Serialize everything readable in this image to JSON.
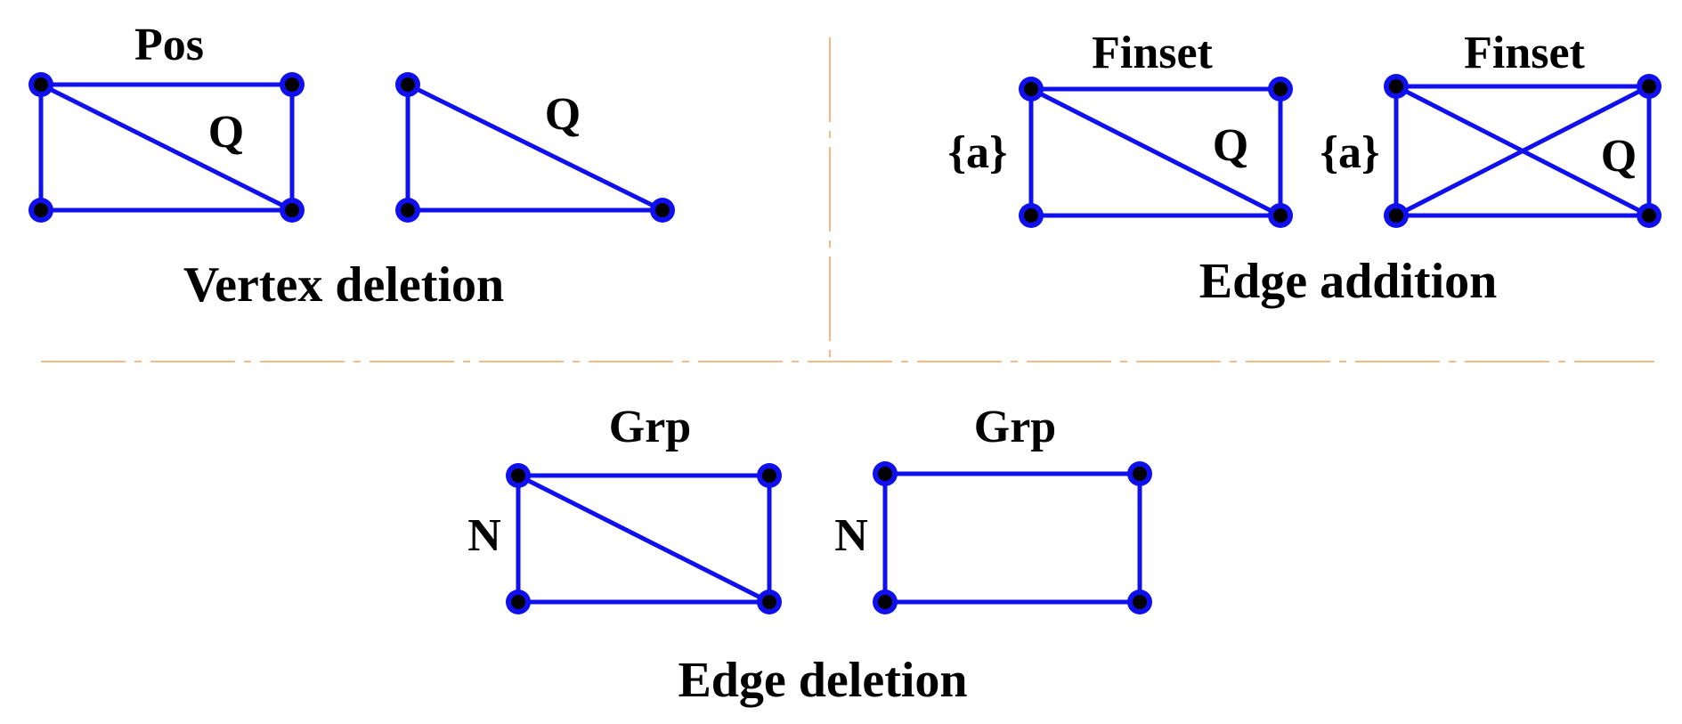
{
  "colors": {
    "edge": "#1010ee",
    "vertex_core": "#000000",
    "divider": "#f4a460",
    "background": "#ffffff"
  },
  "panels": {
    "vertex_deletion": {
      "caption": "Vertex deletion",
      "left": {
        "top_label": "Pos",
        "inner_label": "Q"
      },
      "right": {
        "inner_label": "Q"
      }
    },
    "edge_addition": {
      "caption": "Edge addition",
      "left": {
        "top_label": "Finset",
        "side_label": "{a}",
        "inner_label": "Q"
      },
      "right": {
        "top_label": "Finset",
        "side_label": "{a}",
        "inner_label": "Q"
      }
    },
    "edge_deletion": {
      "caption": "Edge deletion",
      "left": {
        "top_label": "Grp",
        "side_label": "N"
      },
      "right": {
        "top_label": "Grp",
        "side_label": "N"
      }
    }
  }
}
